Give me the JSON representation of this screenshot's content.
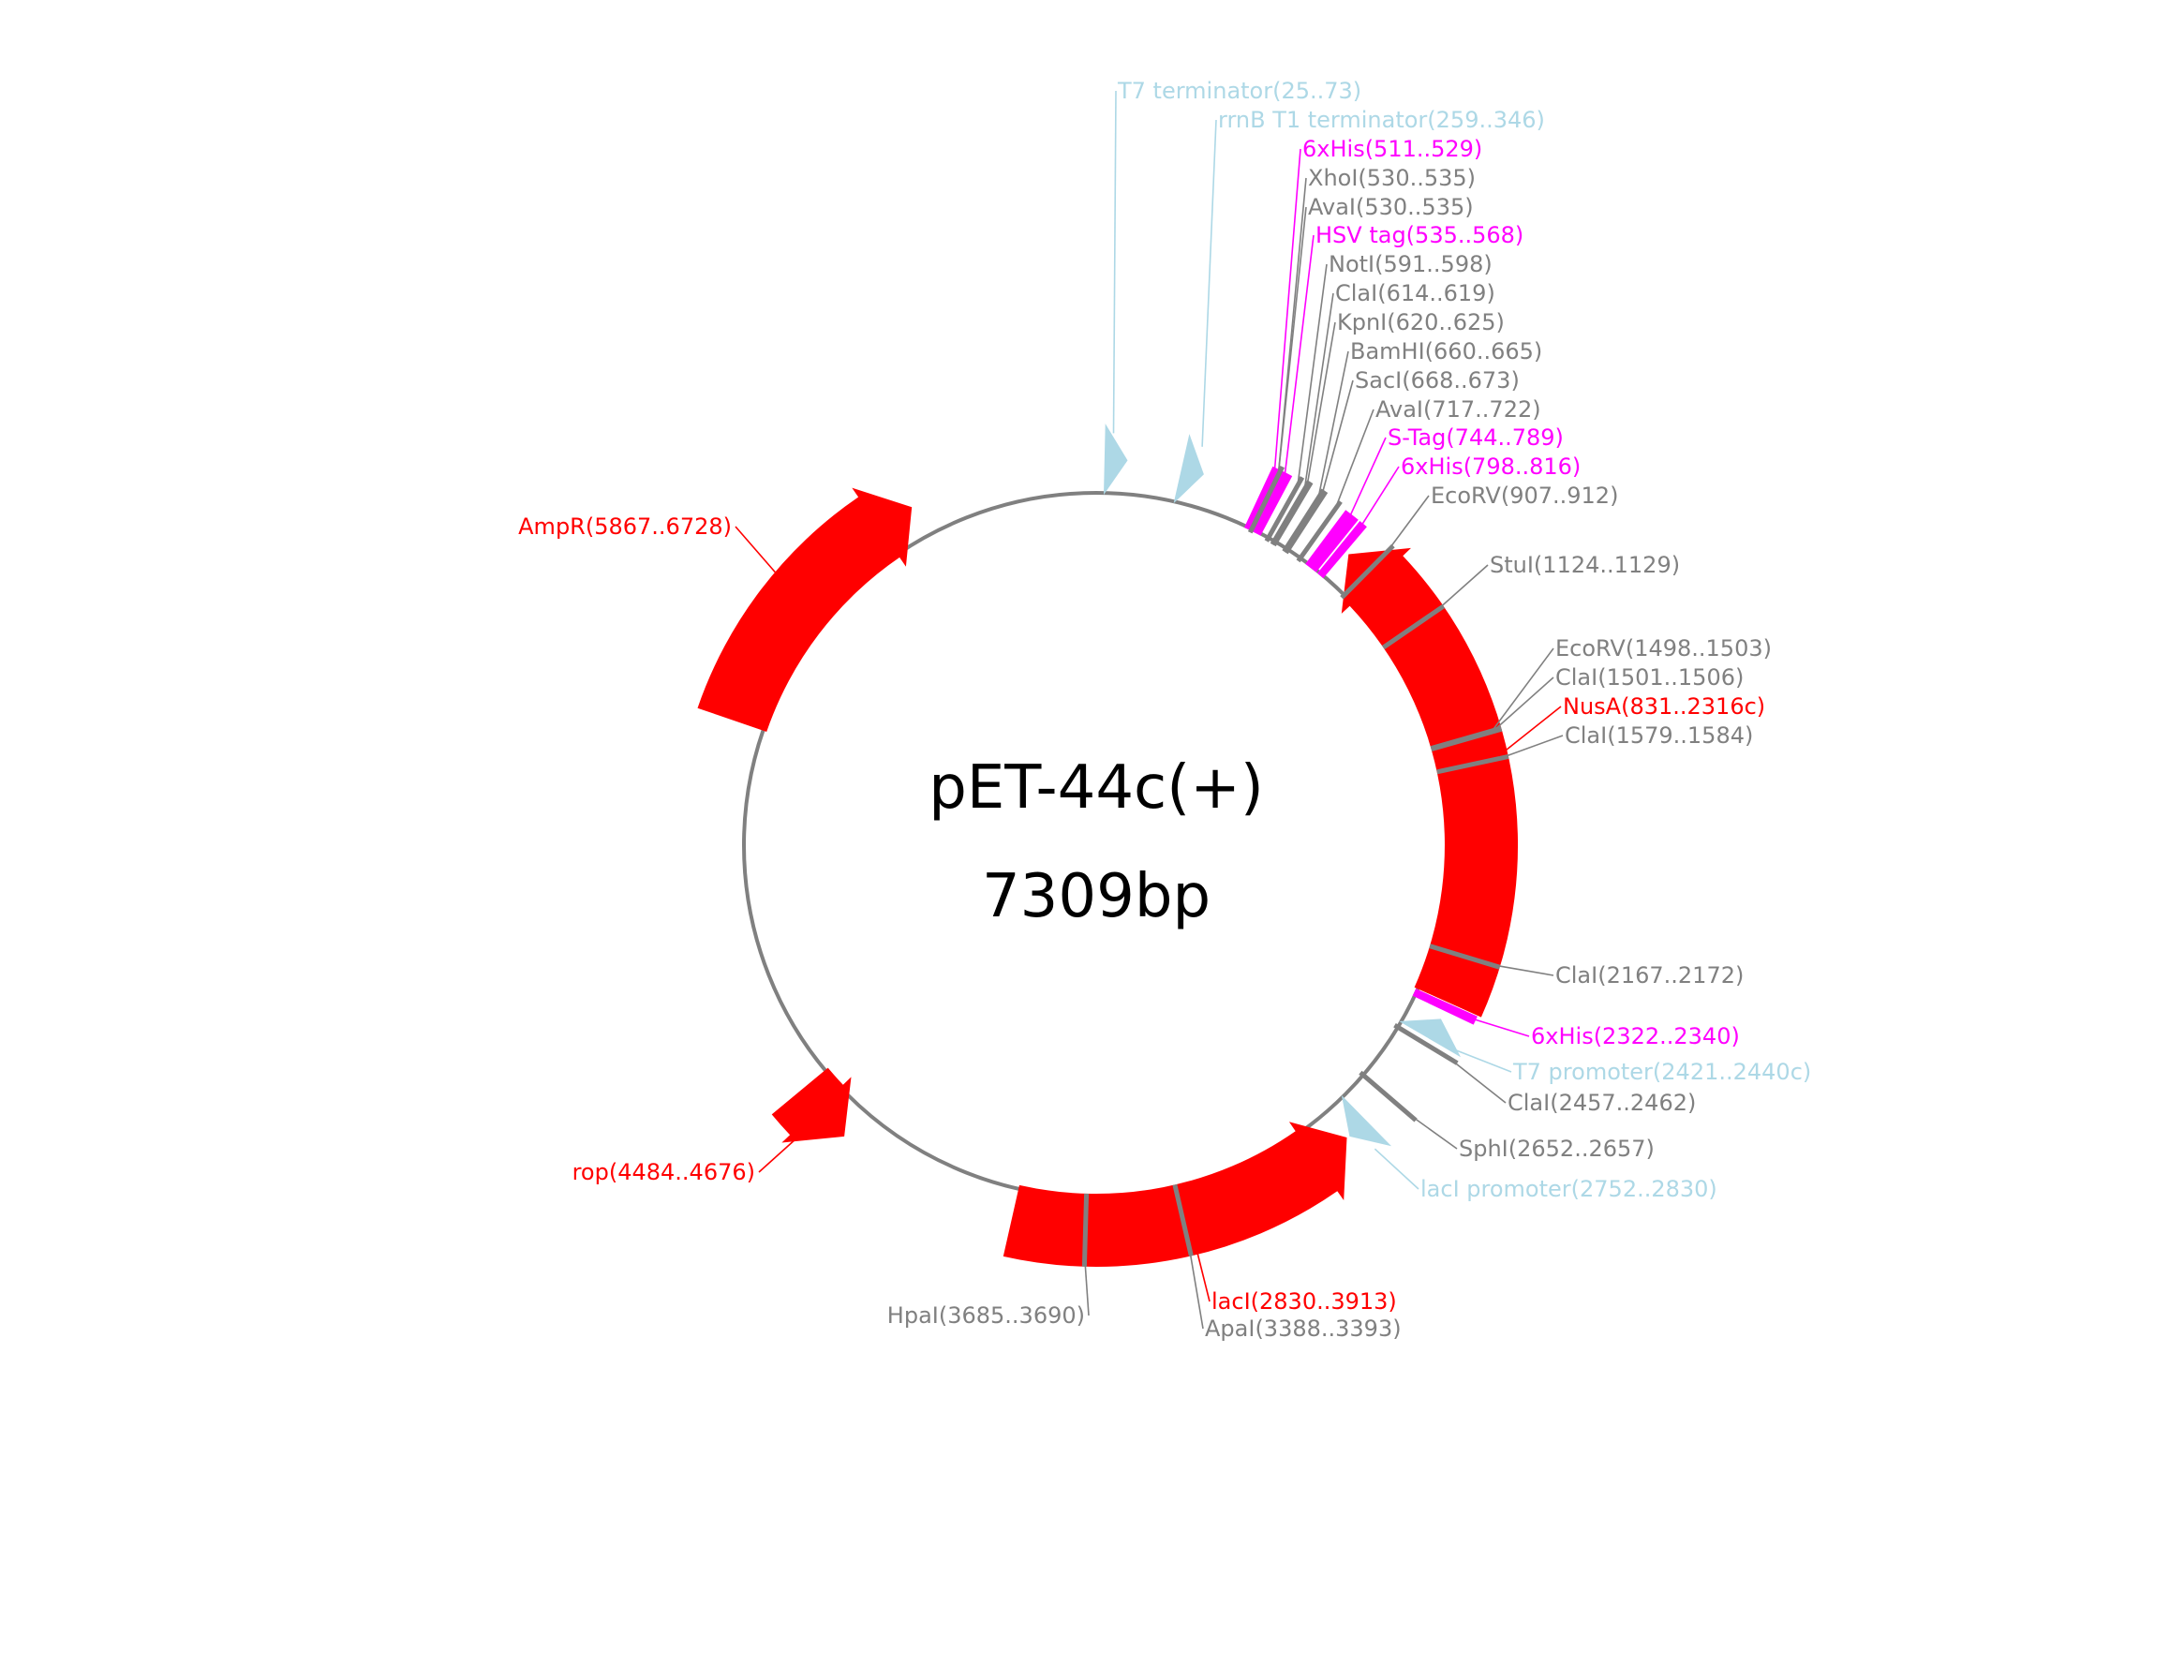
{
  "plasmid": {
    "name": "pET-44c(+)",
    "size_label": "7309bp",
    "length_bp": 7309
  },
  "colors": {
    "backbone": "#808080",
    "gene": "#ff0000",
    "tag": "#ff00ff",
    "regulatory": "#add8e6",
    "site": "#808080"
  },
  "features": [
    {
      "id": "f-amp",
      "name": "AmpR",
      "label": "AmpR(5867..6728)",
      "start": 5867,
      "end": 6728,
      "strand": 1,
      "type": "gene"
    },
    {
      "id": "f-nusa",
      "name": "NusA",
      "label": "NusA(831..2316c)",
      "start": 831,
      "end": 2316,
      "strand": -1,
      "type": "gene"
    },
    {
      "id": "f-laci",
      "name": "lacI",
      "label": "lacI(2830..3913)",
      "start": 2830,
      "end": 3913,
      "strand": -1,
      "type": "gene"
    },
    {
      "id": "f-rop",
      "name": "rop",
      "label": "rop(4484..4676)",
      "start": 4484,
      "end": 4676,
      "strand": -1,
      "type": "gene"
    },
    {
      "id": "f-his1",
      "name": "6xHis",
      "label": "6xHis(511..529)",
      "start": 511,
      "end": 529,
      "strand": 0,
      "type": "tag"
    },
    {
      "id": "f-hsv",
      "name": "HSV tag",
      "label": "HSV tag(535..568)",
      "start": 535,
      "end": 568,
      "strand": 0,
      "type": "tag"
    },
    {
      "id": "f-stag",
      "name": "S-Tag",
      "label": "S-Tag(744..789)",
      "start": 744,
      "end": 789,
      "strand": 0,
      "type": "tag"
    },
    {
      "id": "f-his2",
      "name": "6xHis",
      "label": "6xHis(798..816)",
      "start": 798,
      "end": 816,
      "strand": 0,
      "type": "tag"
    },
    {
      "id": "f-his3",
      "name": "6xHis",
      "label": "6xHis(2322..2340)",
      "start": 2322,
      "end": 2340,
      "strand": 0,
      "type": "tag"
    },
    {
      "id": "f-t7t",
      "name": "T7 terminator",
      "label": "T7 terminator(25..73)",
      "start": 25,
      "end": 73,
      "strand": 1,
      "type": "regulatory"
    },
    {
      "id": "f-rrnb",
      "name": "rrnB T1 terminator",
      "label": "rrnB T1 terminator(259..346)",
      "start": 259,
      "end": 346,
      "strand": 1,
      "type": "regulatory"
    },
    {
      "id": "f-t7p",
      "name": "T7 promoter",
      "label": "T7 promoter(2421..2440c)",
      "start": 2421,
      "end": 2440,
      "strand": -1,
      "type": "regulatory"
    },
    {
      "id": "f-lacip",
      "name": "lacI promoter",
      "label": "lacI promoter(2752..2830)",
      "start": 2752,
      "end": 2830,
      "strand": 1,
      "type": "regulatory"
    }
  ],
  "sites": [
    {
      "label": "XhoI(530..535)",
      "pos": 532
    },
    {
      "label": "AvaI(530..535)",
      "pos": 532
    },
    {
      "label": "NotI(591..598)",
      "pos": 594
    },
    {
      "label": "ClaI(614..619)",
      "pos": 616
    },
    {
      "label": "KpnI(620..625)",
      "pos": 622
    },
    {
      "label": "BamHI(660..665)",
      "pos": 662
    },
    {
      "label": "SacI(668..673)",
      "pos": 670
    },
    {
      "label": "AvaI(717..722)",
      "pos": 719
    },
    {
      "label": "EcoRV(907..912)",
      "pos": 909
    },
    {
      "label": "StuI(1124..1129)",
      "pos": 1126
    },
    {
      "label": "EcoRV(1498..1503)",
      "pos": 1500
    },
    {
      "label": "ClaI(1501..1506)",
      "pos": 1503
    },
    {
      "label": "ClaI(1579..1584)",
      "pos": 1581
    },
    {
      "label": "ClaI(2167..2172)",
      "pos": 2169
    },
    {
      "label": "ClaI(2457..2462)",
      "pos": 2459
    },
    {
      "label": "SphI(2652..2657)",
      "pos": 2654
    },
    {
      "label": "ApaI(3388..3393)",
      "pos": 3390
    },
    {
      "label": "HpaI(3685..3690)",
      "pos": 3687
    }
  ]
}
